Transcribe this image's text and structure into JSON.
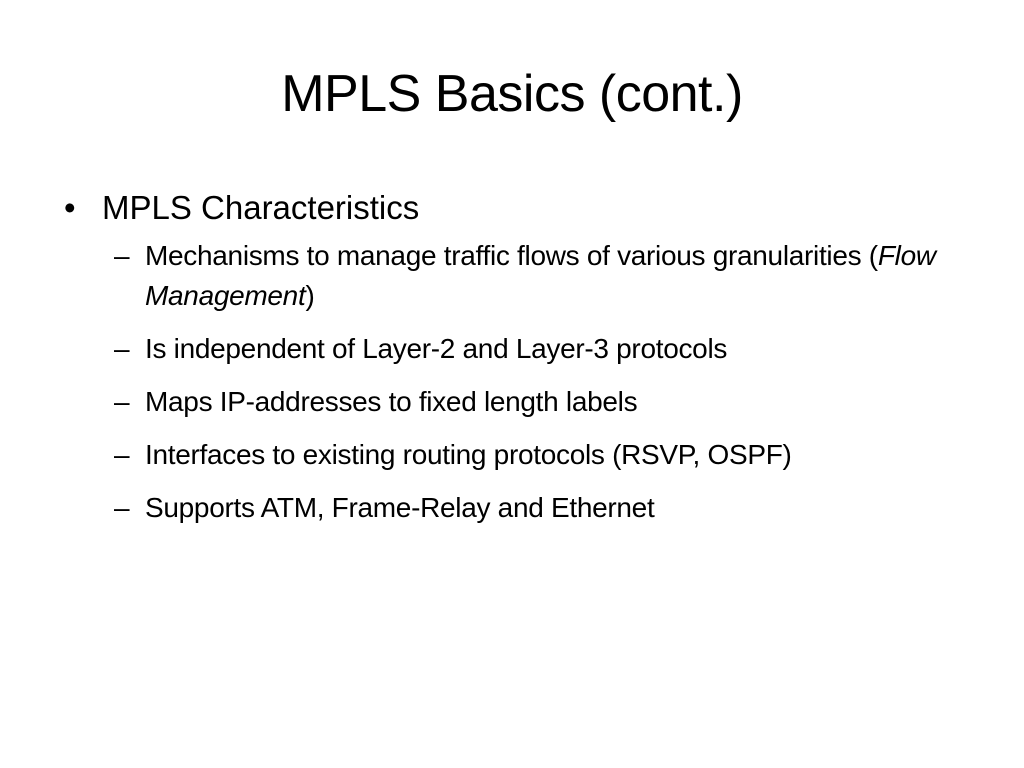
{
  "slide": {
    "title": "MPLS Basics (cont.)",
    "bullet_marker": "•",
    "sub_marker": "–",
    "heading": "MPLS Characteristics",
    "items": [
      {
        "pre": "Mechanisms to manage traffic flows of various granularities (",
        "emphasis": "Flow Management",
        "post": ")"
      },
      {
        "text": "Is independent of Layer-2 and Layer-3 protocols"
      },
      {
        "text": "Maps IP-addresses to fixed length labels"
      },
      {
        "text": "Interfaces to existing routing protocols (RSVP, OSPF)"
      },
      {
        "text": "Supports ATM, Frame-Relay and Ethernet"
      }
    ]
  }
}
